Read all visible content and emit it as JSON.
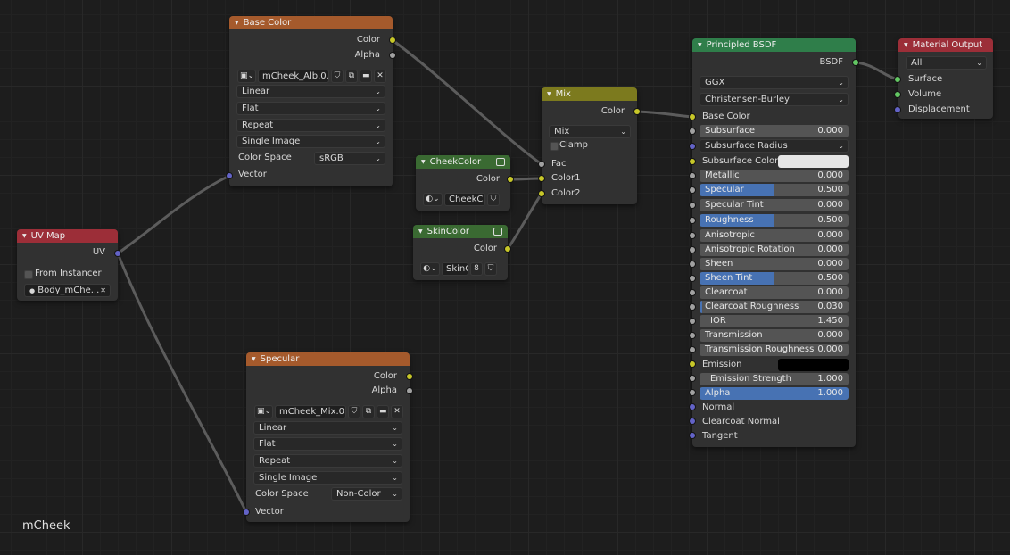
{
  "editor": {
    "material_name": "mCheek"
  },
  "nodes": {
    "base_color": {
      "title": "Base Color",
      "outputs": {
        "color": "Color",
        "alpha": "Alpha"
      },
      "image_name": "mCheek_Alb.0....",
      "interpolation": "Linear",
      "projection": "Flat",
      "extension": "Repeat",
      "source": "Single Image",
      "color_space_label": "Color Space",
      "color_space": "sRGB",
      "vector": "Vector"
    },
    "specular_tex": {
      "title": "Specular",
      "outputs": {
        "color": "Color",
        "alpha": "Alpha"
      },
      "image_name": "mCheek_Mix.0....",
      "interpolation": "Linear",
      "projection": "Flat",
      "extension": "Repeat",
      "source": "Single Image",
      "color_space_label": "Color Space",
      "color_space": "Non-Color",
      "vector": "Vector"
    },
    "uv_map": {
      "title": "UV Map",
      "output": "UV",
      "from_instancer": "From Instancer",
      "uv_name": "Body_mChe..."
    },
    "cheek_color": {
      "title": "CheekColor",
      "output": "Color",
      "slot": "CheekC..."
    },
    "skin_color": {
      "title": "SkinColor",
      "output": "Color",
      "slot": "SkinC",
      "users": "8"
    },
    "mix": {
      "title": "Mix",
      "output": "Color",
      "blend": "Mix",
      "clamp": "Clamp",
      "inputs": {
        "fac": "Fac",
        "color1": "Color1",
        "color2": "Color2"
      }
    },
    "bsdf": {
      "title": "Principled BSDF",
      "output": "BSDF",
      "distribution": "GGX",
      "subsurface_method": "Christensen-Burley",
      "base_color": "Base Color",
      "subsurface": {
        "label": "Subsurface",
        "value": "0.000",
        "fill": 0
      },
      "subsurface_radius": "Subsurface Radius",
      "subsurface_color": "Subsurface Color",
      "metallic": {
        "label": "Metallic",
        "value": "0.000",
        "fill": 0
      },
      "specular": {
        "label": "Specular",
        "value": "0.500",
        "fill": 0.5
      },
      "specular_tint": {
        "label": "Specular Tint",
        "value": "0.000",
        "fill": 0
      },
      "roughness": {
        "label": "Roughness",
        "value": "0.500",
        "fill": 0.5
      },
      "anisotropic": {
        "label": "Anisotropic",
        "value": "0.000",
        "fill": 0
      },
      "anisotropic_rotation": {
        "label": "Anisotropic Rotation",
        "value": "0.000",
        "fill": 0
      },
      "sheen": {
        "label": "Sheen",
        "value": "0.000",
        "fill": 0
      },
      "sheen_tint": {
        "label": "Sheen Tint",
        "value": "0.500",
        "fill": 0.5
      },
      "clearcoat": {
        "label": "Clearcoat",
        "value": "0.000",
        "fill": 0
      },
      "clearcoat_roughness": {
        "label": "Clearcoat Roughness",
        "value": "0.030",
        "fill": 0.03
      },
      "ior": {
        "label": "IOR",
        "value": "1.450",
        "fill": 0
      },
      "transmission": {
        "label": "Transmission",
        "value": "0.000",
        "fill": 0
      },
      "transmission_roughness": {
        "label": "Transmission Roughness",
        "value": "0.000",
        "fill": 0
      },
      "emission": "Emission",
      "emission_strength": {
        "label": "Emission Strength",
        "value": "1.000",
        "fill": 0
      },
      "alpha": {
        "label": "Alpha",
        "value": "1.000",
        "fill": 1
      },
      "normal": "Normal",
      "clearcoat_normal": "Clearcoat Normal",
      "tangent": "Tangent"
    },
    "material_output": {
      "title": "Material Output",
      "target": "All",
      "inputs": {
        "surface": "Surface",
        "volume": "Volume",
        "displacement": "Displacement"
      }
    }
  },
  "colors": {
    "texture_header": "#a55a2c",
    "input_header": "#9c2e38",
    "shader_header": "#2f7e4a",
    "color_header": "#7c7a1e",
    "rgb_header": "#3a6a32",
    "socket_color": "#c7c729",
    "socket_float": "#a1a1a1",
    "socket_vector": "#6363c7",
    "socket_shader": "#63c763",
    "slider_fill": "#4772b3",
    "subsurface_color_swatch": "#e6e6e6",
    "emission_swatch": "#000000"
  }
}
